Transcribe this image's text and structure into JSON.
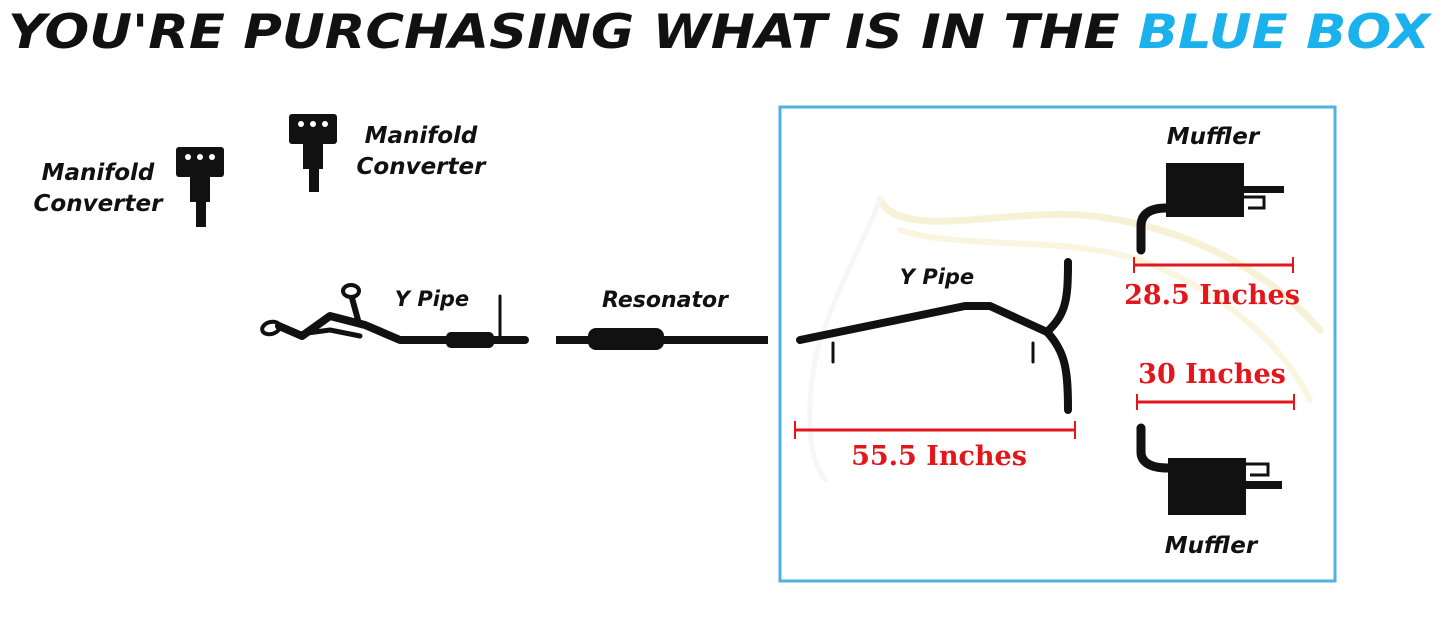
{
  "headline": {
    "main": "YOU'RE PURCHASING WHAT IS IN THE ",
    "highlight": "BLUE BOX"
  },
  "colors": {
    "highlight": "#1ab1ec",
    "box_border": "#4eb3df",
    "measure": "#e3161b",
    "ink": "#111111"
  },
  "labels": {
    "manifold_left_l1": "Manifold",
    "manifold_left_l2": "Converter",
    "manifold_right_l1": "Manifold",
    "manifold_right_l2": "Converter",
    "y_pipe_front": "Y Pipe",
    "resonator": "Resonator",
    "y_pipe_box": "Y Pipe",
    "muffler_top": "Muffler",
    "muffler_bottom": "Muffler"
  },
  "measurements": {
    "muffler_top": "28.5 Inches",
    "muffler_bottom": "30 Inches",
    "y_pipe": "55.5 Inches"
  }
}
